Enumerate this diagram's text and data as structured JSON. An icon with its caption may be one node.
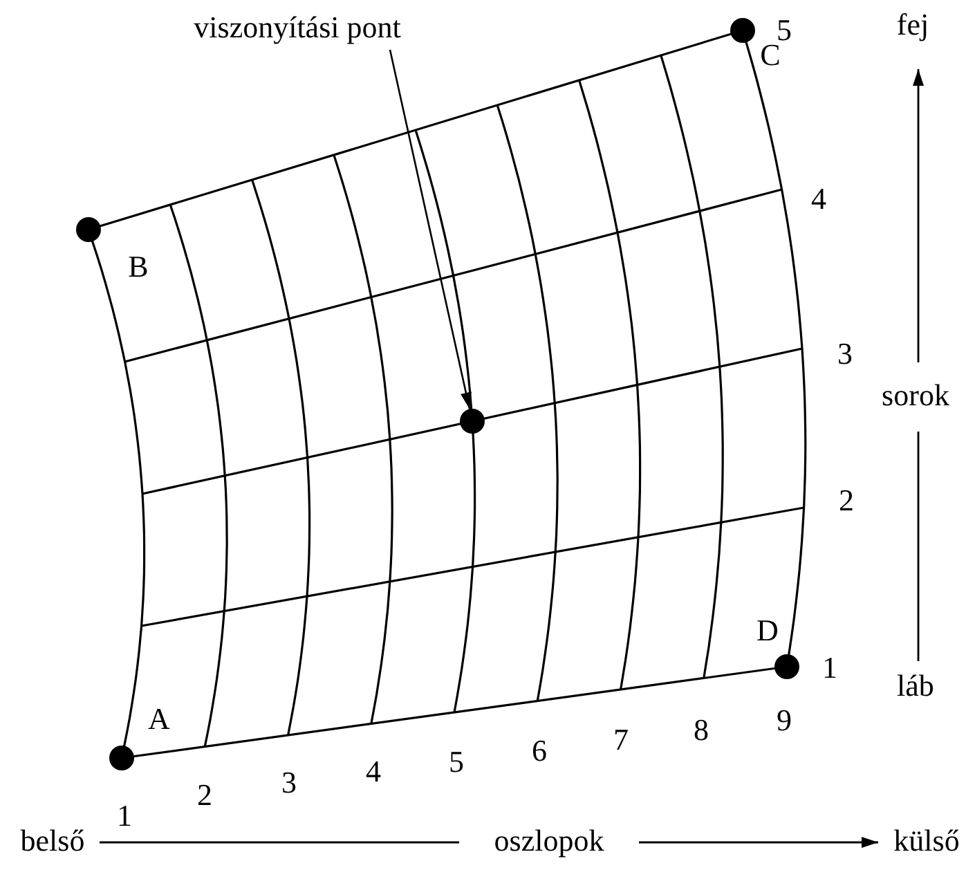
{
  "diagram": {
    "nodes": [
      {
        "text": [
          "viszonyítási pont"
        ]
      },
      {
        "text": [],
        "shape": "circle"
      }
    ],
    "edges": [
      {
        "from": 0,
        "to": 1,
        "arrow": "to"
      }
    ],
    "labels": [
      "5",
      "fej",
      "C",
      "4",
      "B",
      "3",
      "sorok",
      "2",
      "D",
      "1",
      "láb",
      "A",
      "9",
      "8",
      "7",
      "6",
      "5",
      "4",
      "3",
      "2",
      "1",
      "belső",
      "oszlopok",
      "külső"
    ]
  }
}
